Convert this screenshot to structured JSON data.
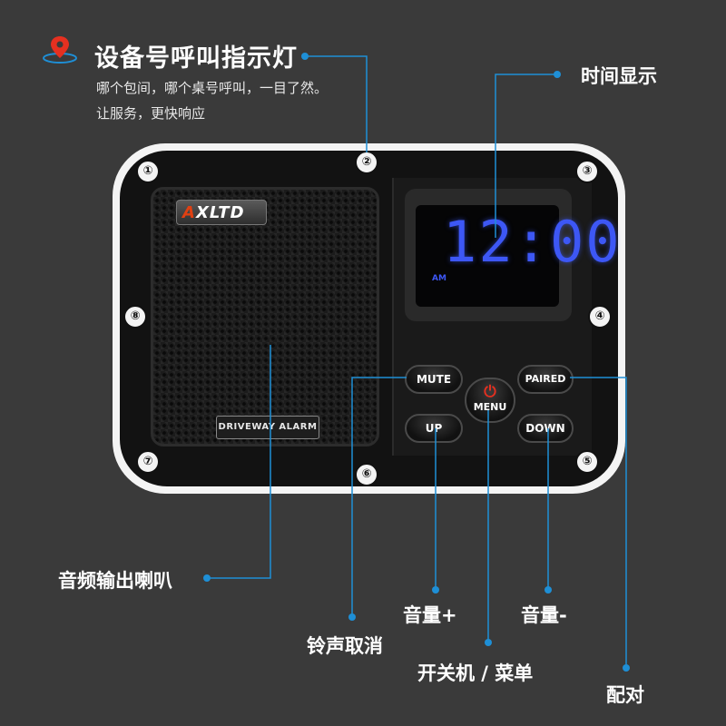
{
  "logo": {
    "a": "A",
    "rest": "XLTD"
  },
  "plate_text": "DRIVEWAY ALARM",
  "display": {
    "time": "12:00",
    "period": "AM"
  },
  "buttons": {
    "mute": "MUTE",
    "up": "UP",
    "menu": "MENU",
    "paired": "PAIRED",
    "down": "DOWN"
  },
  "markers": [
    "①",
    "②",
    "③",
    "④",
    "⑤",
    "⑥",
    "⑦",
    "⑧"
  ],
  "header": {
    "title": "设备号呼叫指示灯",
    "line1": "哪个包间，哪个桌号呼叫，一目了然。",
    "line2": "让服务，更快响应"
  },
  "callouts": {
    "time_display": "时间显示",
    "speaker": "音频输出喇叭",
    "volume_up": "音量+",
    "volume_down": "音量-",
    "ringtone_cancel": "铃声取消",
    "power_menu": "开关机 / 菜单",
    "pairing": "配对"
  },
  "colors": {
    "accent_line": "#1e8fd6",
    "digits": "#3d57f5",
    "pin": "#e53020",
    "background": "#3a3a3a"
  },
  "icons": {
    "pin": "location-pin-icon",
    "power": "power-icon"
  }
}
